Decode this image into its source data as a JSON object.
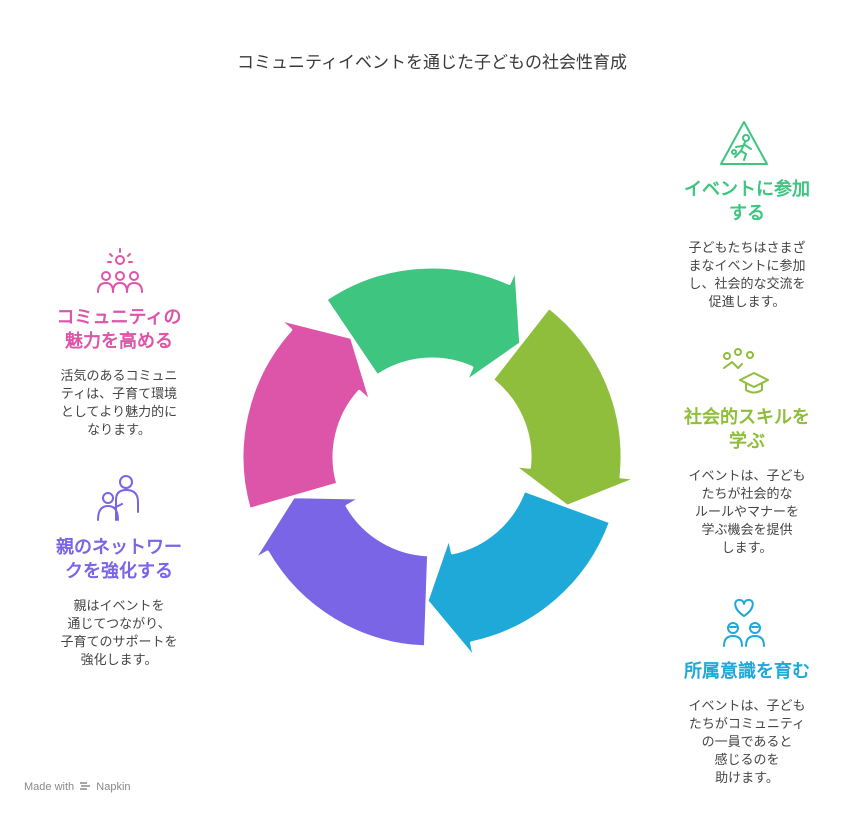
{
  "title": "コミュニティイベントを通じた子どもの社会性育成",
  "colors": {
    "green": "#3ec57f",
    "lime": "#8fbd3c",
    "blue": "#1ea9d9",
    "purple": "#7a65e6",
    "pink": "#dd55a9"
  },
  "steps": [
    {
      "heading_lines": [
        "イベントに参加",
        "する"
      ],
      "desc_lines": [
        "子どもたちはさまざ",
        "まなイベントに参加",
        "し、社会的な交流を",
        "促進します。"
      ],
      "icon": "running-child-warning-icon",
      "color": "#3ec57f"
    },
    {
      "heading_lines": [
        "社会的スキルを",
        "学ぶ"
      ],
      "desc_lines": [
        "イベントは、子ども",
        "たちが社会的な",
        "ルールやマナーを",
        "学ぶ機会を提供",
        "します。"
      ],
      "icon": "graduation-cap-icon",
      "color": "#8fbd3c"
    },
    {
      "heading_lines": [
        "所属意識を育む"
      ],
      "desc_lines": [
        "イベントは、子ども",
        "たちがコミュニティ",
        "の一員であると",
        "感じるのを",
        "助けます。"
      ],
      "icon": "heart-people-icon",
      "color": "#1ea9d9"
    },
    {
      "heading_lines": [
        "親のネットワー",
        "クを強化する"
      ],
      "desc_lines": [
        "親はイベントを",
        "通じてつながり、",
        "子育てのサポートを",
        "強化します。"
      ],
      "icon": "parent-child-icon",
      "color": "#7a65e6"
    },
    {
      "heading_lines": [
        "コミュニティの",
        "魅力を高める"
      ],
      "desc_lines": [
        "活気のあるコミュニ",
        "ティは、子育て環境",
        "としてより魅力的に",
        "なります。"
      ],
      "icon": "community-group-icon",
      "color": "#dd55a9"
    }
  ],
  "footer": {
    "made_with": "Made with",
    "brand": "Napkin"
  }
}
